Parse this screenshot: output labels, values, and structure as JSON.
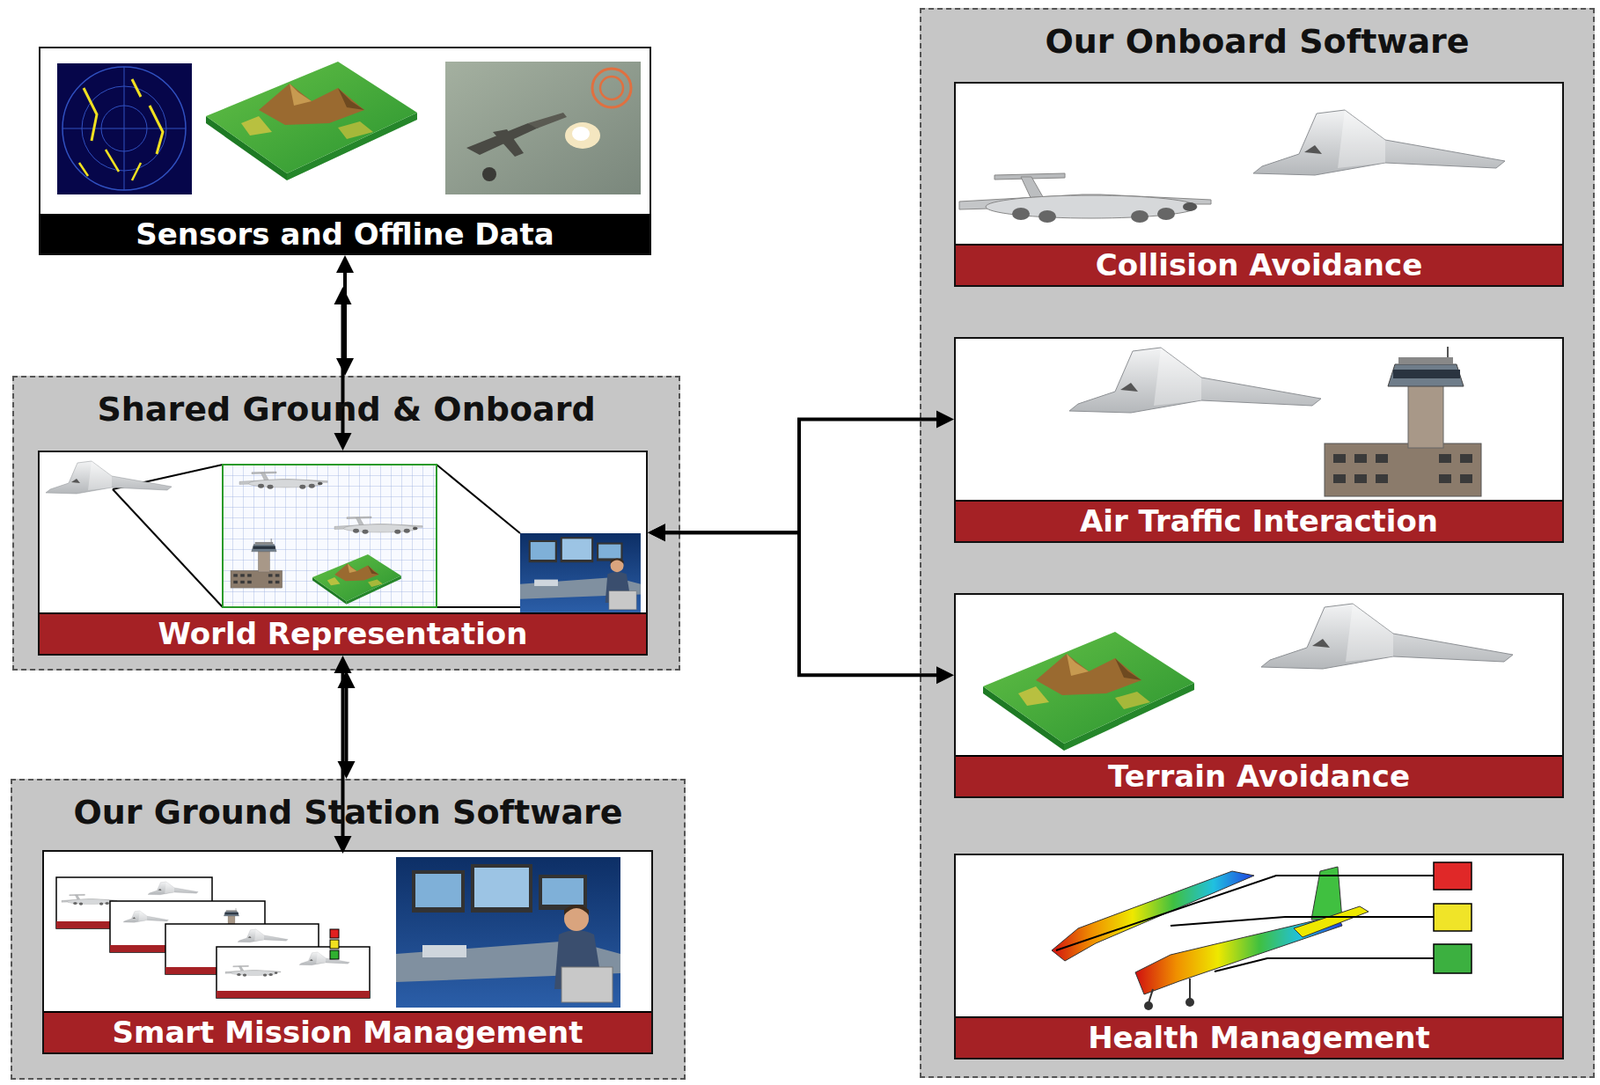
{
  "diagram": {
    "nodes": [
      {
        "text": [
          "Sensors and Offline Data"
        ]
      },
      {
        "text": [
          "Shared Ground & Onboard"
        ]
      },
      {
        "text": [
          "World Representation"
        ],
        "in": 1
      },
      {
        "text": [
          "Our Ground Station Software"
        ]
      },
      {
        "text": [
          "Smart Mission Management"
        ],
        "in": 3
      },
      {
        "text": [
          "Our Onboard Software"
        ]
      },
      {
        "text": [
          "Collision Avoidance"
        ],
        "in": 5
      },
      {
        "text": [
          "Air Traffic Interaction"
        ],
        "in": 5
      },
      {
        "text": [
          "Terrain Avoidance"
        ],
        "in": 5
      },
      {
        "text": [
          "Health Management"
        ],
        "in": 5
      }
    ],
    "edges": [
      {
        "from": 0,
        "to": 1,
        "arrow": "both"
      },
      {
        "from": 1,
        "to": 3,
        "arrow": "both"
      },
      {
        "from": 2,
        "to": 6,
        "arrow": "both"
      },
      {
        "from": 2,
        "to": 7,
        "arrow": "both"
      },
      {
        "from": 2,
        "to": 8,
        "arrow": "both"
      },
      {
        "from": 2,
        "to": 9,
        "arrow": "both"
      }
    ]
  }
}
